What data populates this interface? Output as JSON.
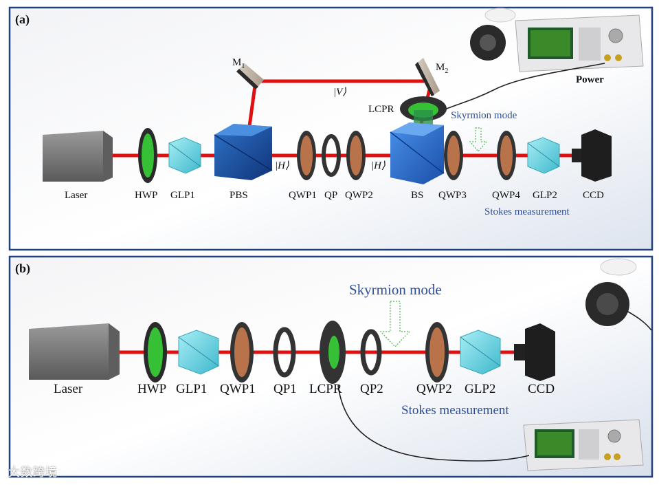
{
  "panel_a": {
    "tag": "(a)",
    "labels": {
      "laser": "Laser",
      "hwp": "HWP",
      "glp1": "GLP1",
      "pbs": "PBS",
      "qwp1": "QWP1",
      "qp": "QP",
      "qwp2": "QWP2",
      "bs": "BS",
      "qwp3": "QWP3",
      "qwp4": "QWP4",
      "glp2": "GLP2",
      "ccd": "CCD",
      "lcpr": "LCPR",
      "power": "Power",
      "m1": "M",
      "m1_sub": "1",
      "m2": "M",
      "m2_sub": "2",
      "ket_v": "|V⟩",
      "ket_h1": "|H⟩",
      "ket_h2": "|H⟩",
      "skyrmion": "Skyrmion mode",
      "stokes": "Stokes measurement"
    }
  },
  "panel_b": {
    "tag": "(b)",
    "labels": {
      "laser": "Laser",
      "hwp": "HWP",
      "glp1": "GLP1",
      "qwp1": "QWP1",
      "qp1": "QP1",
      "lcpr": "LCPR",
      "qp2": "QP2",
      "qwp2": "QWP2",
      "glp2": "GLP2",
      "ccd": "CCD",
      "skyrmion": "Skyrmion mode",
      "stokes": "Stokes measurement"
    }
  },
  "watermark": "大数跨境",
  "colors": {
    "frame": "#20427a",
    "beam": "#e01010",
    "green_plate": "#35c035",
    "copper_plate": "#b8734a",
    "cyan_crystal": "#6fd8e6",
    "blue_cube": "#2a72d6",
    "label_blue": "#2e4f9a"
  }
}
